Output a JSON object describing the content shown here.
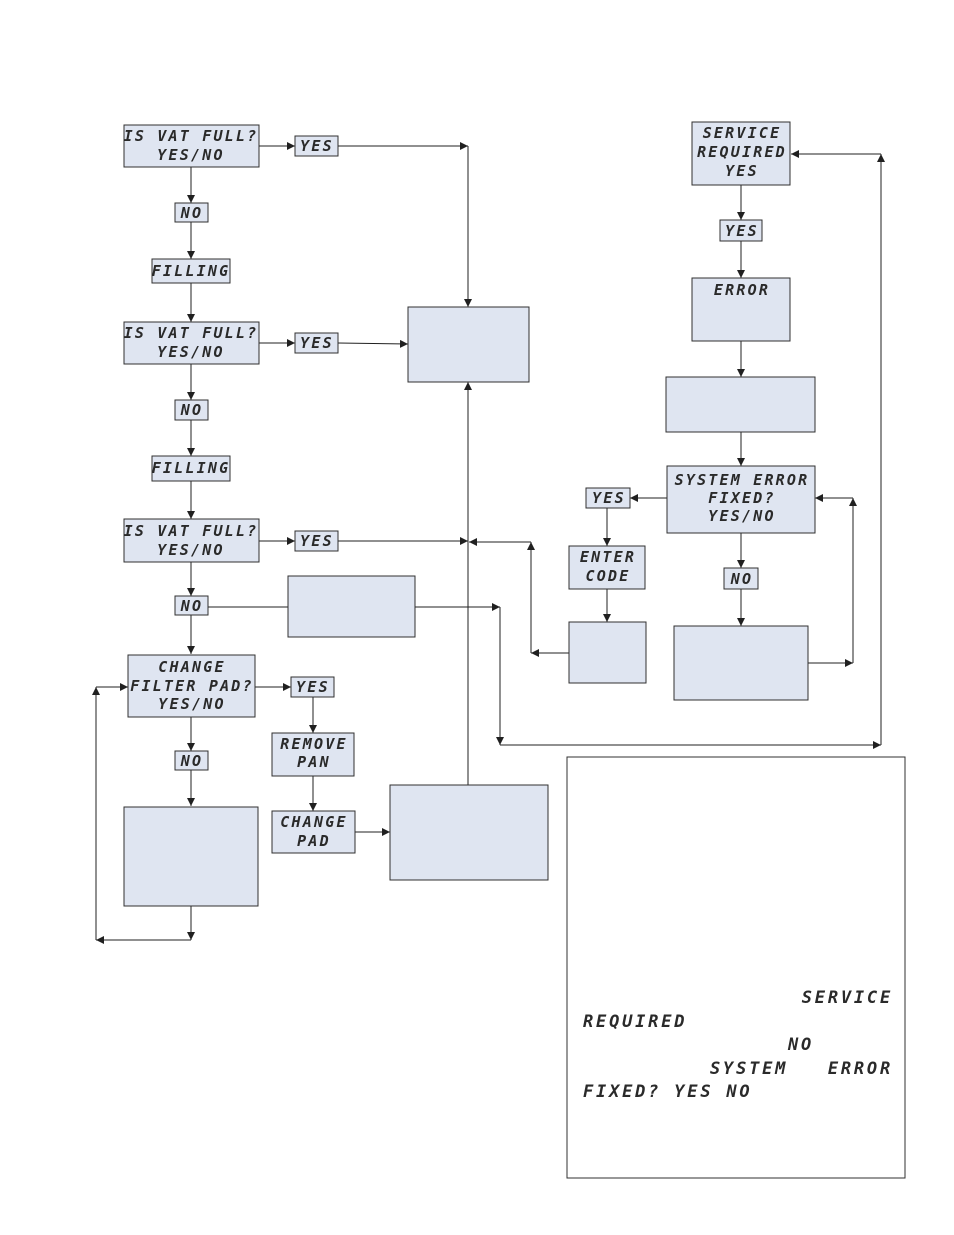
{
  "nodes": {
    "q1": [
      "IS VAT FULL?",
      "YES/NO"
    ],
    "yes1": [
      "YES"
    ],
    "no1": [
      "NO"
    ],
    "filling1": [
      "FILLING"
    ],
    "q2": [
      "IS VAT FULL?",
      "YES/NO"
    ],
    "yes2": [
      "YES"
    ],
    "no2": [
      "NO"
    ],
    "filling2": [
      "FILLING"
    ],
    "q3": [
      "IS VAT FULL?",
      "YES/NO"
    ],
    "yes3": [
      "YES"
    ],
    "no3": [
      "NO"
    ],
    "q4": [
      "CHANGE",
      "FILTER PAD?",
      "YES/NO"
    ],
    "yes4": [
      "YES"
    ],
    "no4": [
      "NO"
    ],
    "remove": [
      "REMOVE",
      "PAN"
    ],
    "change": [
      "CHANGE",
      "PAD"
    ],
    "service": [
      "SERVICE",
      "REQUIRED",
      "YES"
    ],
    "yes5": [
      "YES"
    ],
    "error": [
      "ERROR"
    ],
    "syserr": [
      "SYSTEM ERROR",
      "FIXED?",
      "YES/NO"
    ],
    "yes6": [
      "YES"
    ],
    "enter": [
      "ENTER",
      "CODE"
    ],
    "no6": [
      "NO"
    ]
  },
  "note": {
    "line1": "SERVICE",
    "line2": "REQUIRED",
    "line3": "NO",
    "line4a": "SYSTEM",
    "line4b": "ERROR",
    "line5": "FIXED? YES NO"
  }
}
